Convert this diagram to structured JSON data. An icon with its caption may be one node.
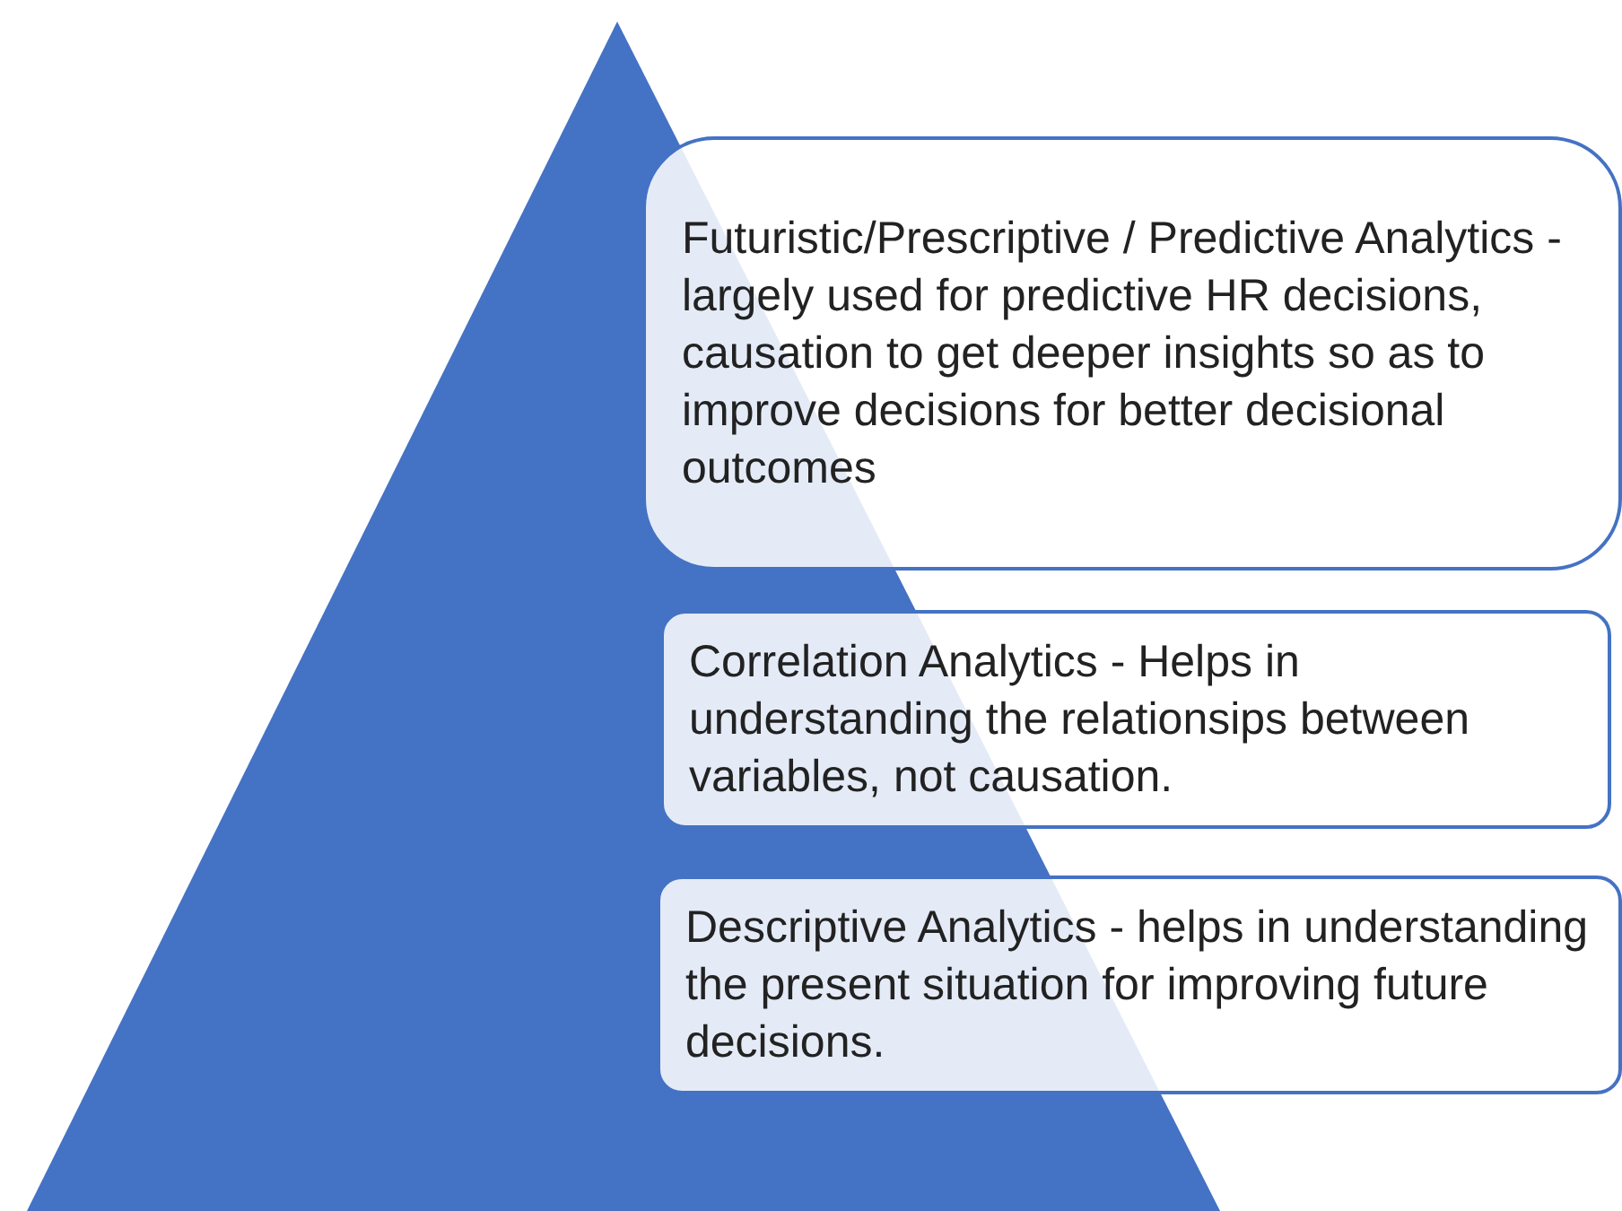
{
  "diagram": {
    "nodes": [
      {
        "text": [
          "Futuristic/Prescriptive / Predictive Analytics - largely used for predictive HR decisions, causation to get deeper insights so as to improve decisions for better decisional outcomes"
        ]
      },
      {
        "text": [
          "Correlation Analytics - Helps in understanding the relationsips between variables, not causation."
        ]
      },
      {
        "text": [
          "Descriptive Analytics - helps in understanding the present situation for improving future decisions."
        ]
      }
    ]
  }
}
